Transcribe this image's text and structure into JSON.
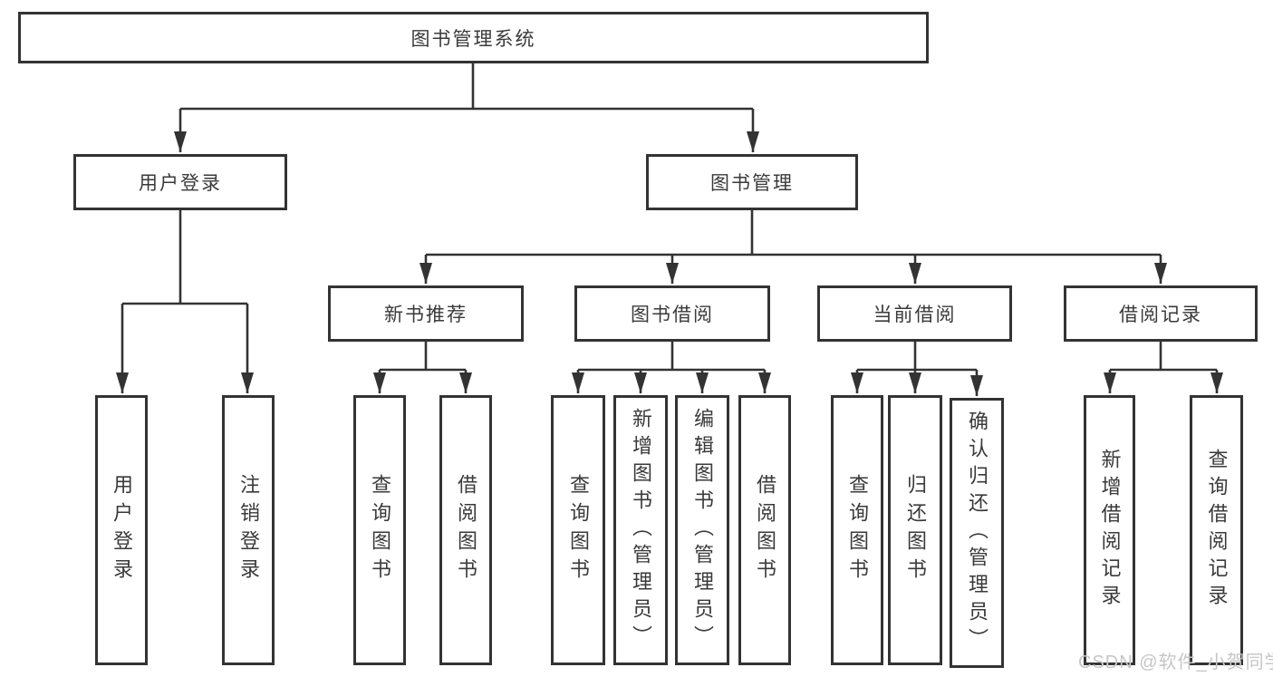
{
  "diagram": {
    "title": "图书管理系统",
    "level2": {
      "user_login": "用户登录",
      "book_management": "图书管理"
    },
    "level3": {
      "new_book_recommend": "新书推荐",
      "book_borrow": "图书借阅",
      "current_borrow": "当前借阅",
      "borrow_records": "借阅记录"
    },
    "leaves": {
      "user_login": [
        "用户登录",
        "注销登录"
      ],
      "new_book_recommend": [
        "查询图书",
        "借阅图书"
      ],
      "book_borrow": [
        "查询图书",
        "新增图书（管理员）",
        "编辑图书（管理员）",
        "借阅图书"
      ],
      "current_borrow": [
        "查询图书",
        "归还图书",
        "确认归还（管理员）"
      ],
      "borrow_records": [
        "新增借阅记录",
        "查询借阅记录"
      ]
    }
  },
  "watermark": "CSDN @软件_小贺同学",
  "colors": {
    "line": "#333333",
    "text": "#3a3a3a",
    "watermark": "#c6c6c6",
    "background": "#ffffff"
  }
}
